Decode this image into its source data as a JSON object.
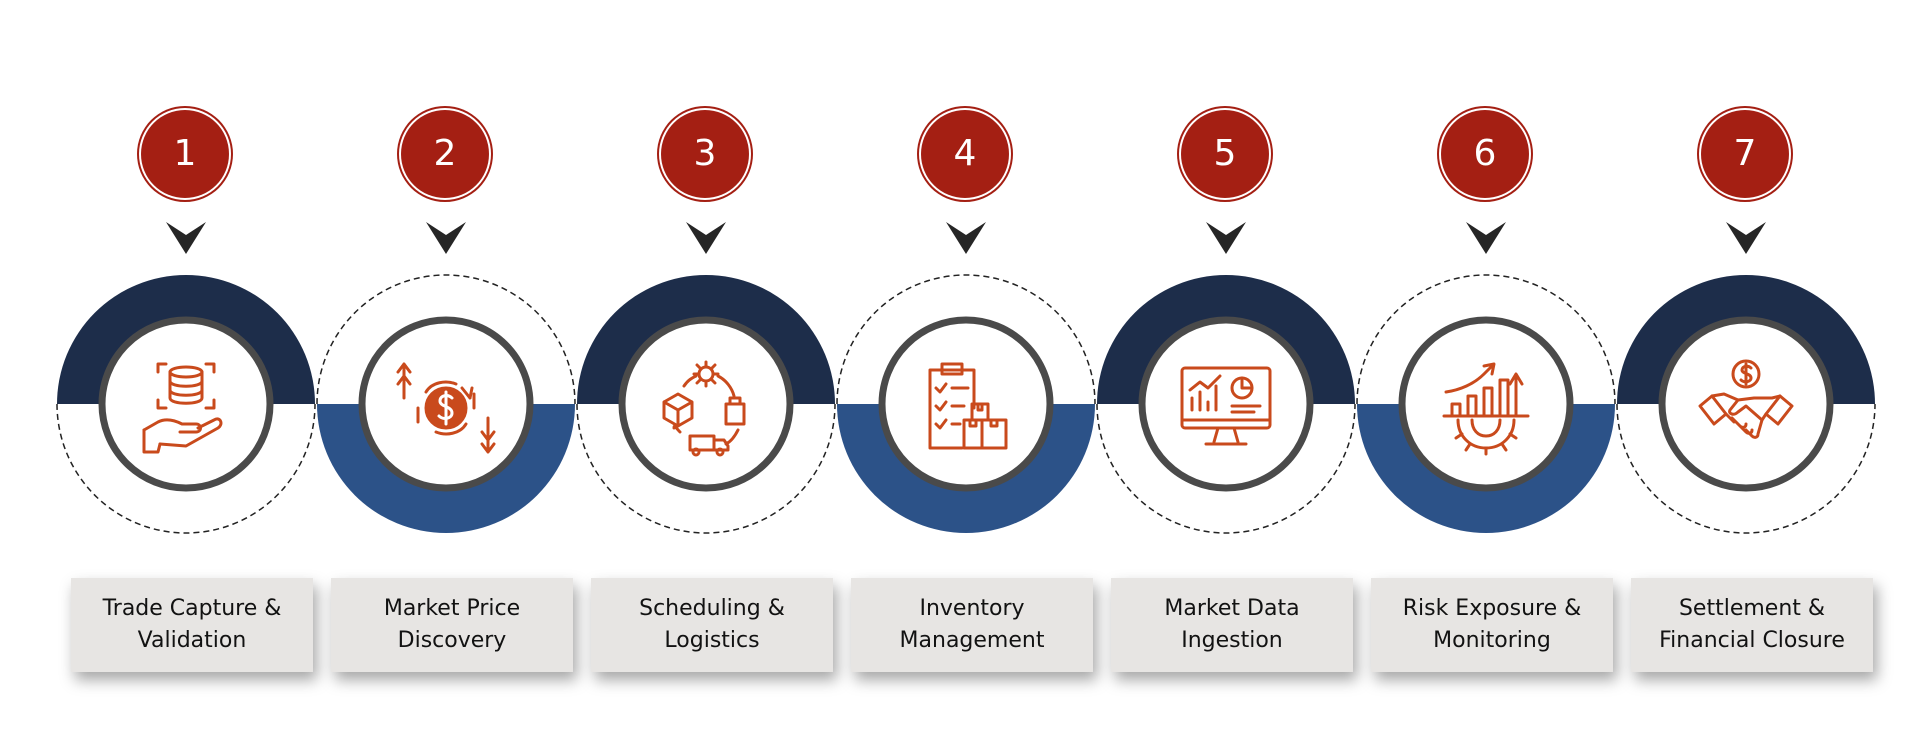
{
  "steps": [
    {
      "number": "1",
      "label": "Trade Capture & Validation",
      "icon": "database-hand-icon"
    },
    {
      "number": "2",
      "label": "Market Price Discovery",
      "icon": "dollar-cycle-icon"
    },
    {
      "number": "3",
      "label": "Scheduling & Logistics",
      "icon": "logistics-cycle-icon"
    },
    {
      "number": "4",
      "label": "Inventory Management",
      "icon": "clipboard-boxes-icon"
    },
    {
      "number": "5",
      "label": "Market Data Ingestion",
      "icon": "dashboard-monitor-icon"
    },
    {
      "number": "6",
      "label": "Risk Exposure & Monitoring",
      "icon": "growth-gear-icon"
    },
    {
      "number": "7",
      "label": "Settlement & Financial Closure",
      "icon": "handshake-dollar-icon"
    }
  ],
  "colors": {
    "badge": "#a41f13",
    "dark_navy": "#1d2d4a",
    "mid_blue": "#2c5288",
    "ring_border": "#4a4a4a",
    "icon": "#c94a1c",
    "label_bg": "#e7e5e3"
  }
}
